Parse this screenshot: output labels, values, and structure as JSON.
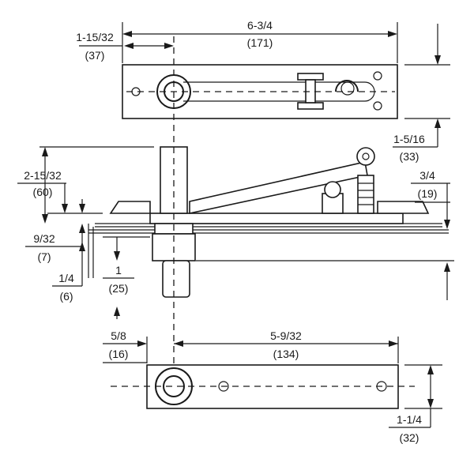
{
  "dimensions": {
    "top_overall": {
      "frac": "6-3/4",
      "mm": "(171)"
    },
    "top_offset": {
      "frac": "1-15/32",
      "mm": "(37)"
    },
    "top_width": {
      "frac": "1-5/16",
      "mm": "(33)"
    },
    "side_height": {
      "frac": "2-15/32",
      "mm": "(60)"
    },
    "side_plate": {
      "frac": "9/32",
      "mm": "(7)"
    },
    "side_gap": {
      "frac": "1/4",
      "mm": "(6)"
    },
    "side_spindle": {
      "frac": "1",
      "mm": "(25)"
    },
    "side_right": {
      "frac": "3/4",
      "mm": "(19)"
    },
    "bottom_offset": {
      "frac": "5/8",
      "mm": "(16)"
    },
    "bottom_holes": {
      "frac": "5-9/32",
      "mm": "(134)"
    },
    "bottom_width": {
      "frac": "1-1/4",
      "mm": "(32)"
    }
  }
}
